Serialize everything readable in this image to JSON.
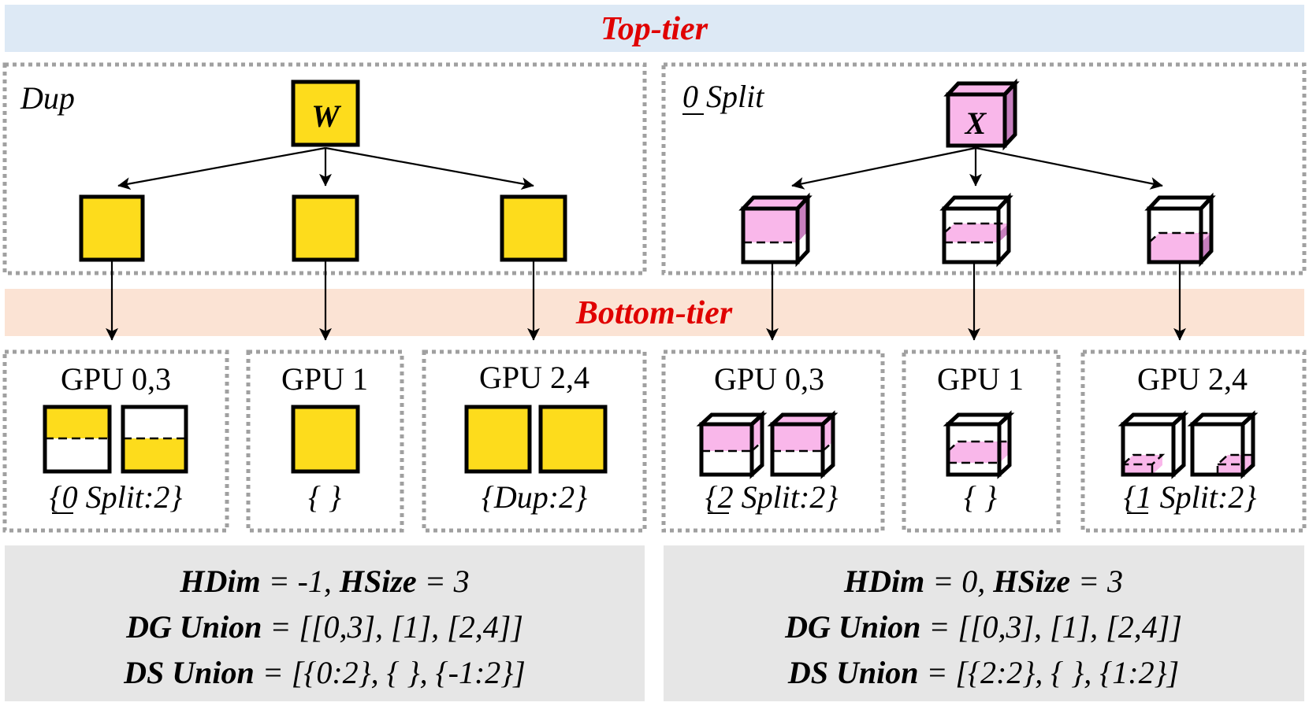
{
  "top_tier_label": "Top-tier",
  "bottom_tier_label": "Bottom-tier",
  "colors": {
    "top_band": "#dde9f5",
    "bottom_band": "#fbe3d4",
    "summary_bg": "#e6e6e6",
    "yellow": "#fddc1c",
    "pink": "#f9b7ea",
    "pink_side": "#c77fbf",
    "tier_text": "#e00000"
  },
  "left": {
    "title": "Dup",
    "tensor_label": "W",
    "groups": [
      {
        "gpu": "GPU 0,3",
        "annotation": "{0 Split:2}"
      },
      {
        "gpu": "GPU 1",
        "annotation": "{ }"
      },
      {
        "gpu": "GPU 2,4",
        "annotation": "{Dup:2}"
      }
    ],
    "summary": [
      {
        "k1": "HDim",
        "v1": " = -1, ",
        "k2": "HSize",
        "v2": " = 3"
      },
      {
        "k1": "DG Union",
        "v1": " = [[0,3], [1], [2,4]]"
      },
      {
        "k1": "DS Union",
        "v1": " = [{0:2}, { }, {-1:2}]"
      }
    ]
  },
  "right": {
    "title": "0 Split",
    "tensor_label": "X",
    "groups": [
      {
        "gpu": "GPU 0,3",
        "annotation": "{2 Split:2}"
      },
      {
        "gpu": "GPU 1",
        "annotation": "{ }"
      },
      {
        "gpu": "GPU 2,4",
        "annotation": "{1 Split:2}"
      }
    ],
    "summary": [
      {
        "k1": "HDim",
        "v1": " = 0, ",
        "k2": "HSize",
        "v2": " = 3"
      },
      {
        "k1": "DG Union",
        "v1": " = [[0,3], [1], [2,4]]"
      },
      {
        "k1": "DS Union",
        "v1": " = [{2:2}, { }, {1:2}]"
      }
    ]
  }
}
